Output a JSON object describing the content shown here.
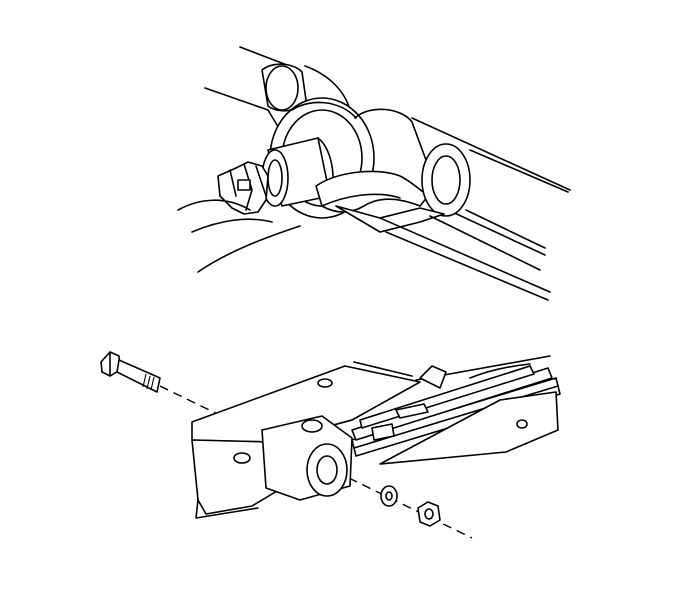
{
  "figure": {
    "background": "#ffffff",
    "line_color": "#000000",
    "panels": [
      {
        "id": "upper",
        "subject": "axle-shaft-hanger"
      },
      {
        "id": "lower",
        "subject": "leaf-spring-front-mount"
      }
    ],
    "parts": [
      "bolt",
      "washer",
      "nut",
      "bushing",
      "leaf-spring",
      "frame-bracket",
      "axle-tube",
      "hanger-clip",
      "yoke-flange"
    ]
  }
}
